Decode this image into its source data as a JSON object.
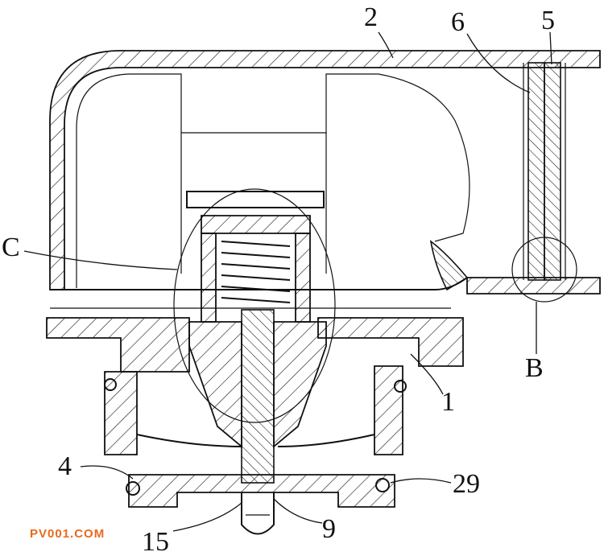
{
  "labels": {
    "part_2": "2",
    "part_6": "6",
    "part_5": "5",
    "detail_c": "C",
    "detail_b": "B",
    "part_1": "1",
    "part_4": "4",
    "part_29": "29",
    "part_15": "15",
    "part_9": "9"
  },
  "watermark": "PV001.COM",
  "colors": {
    "line": "#111111",
    "watermark": "#e86a1d",
    "background": "#ffffff"
  }
}
